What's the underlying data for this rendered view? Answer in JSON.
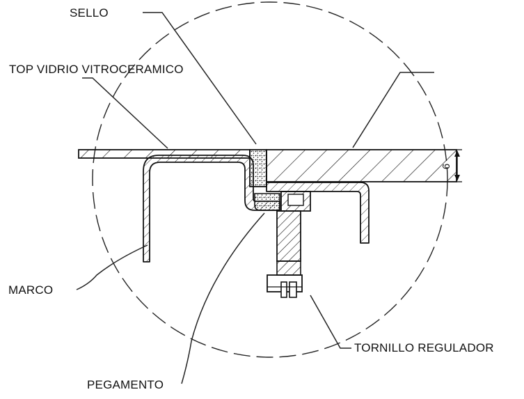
{
  "labels": {
    "sello": "SELLO",
    "top_vidrio": "TOP  VIDRIO VITROCERAMICO",
    "marco": "MARCO",
    "tornillo": "TORNILLO REGULADOR",
    "pegamento": "PEGAMENTO"
  },
  "dimension": {
    "value": "6"
  },
  "colors": {
    "line": "#111111",
    "background": "#ffffff"
  }
}
